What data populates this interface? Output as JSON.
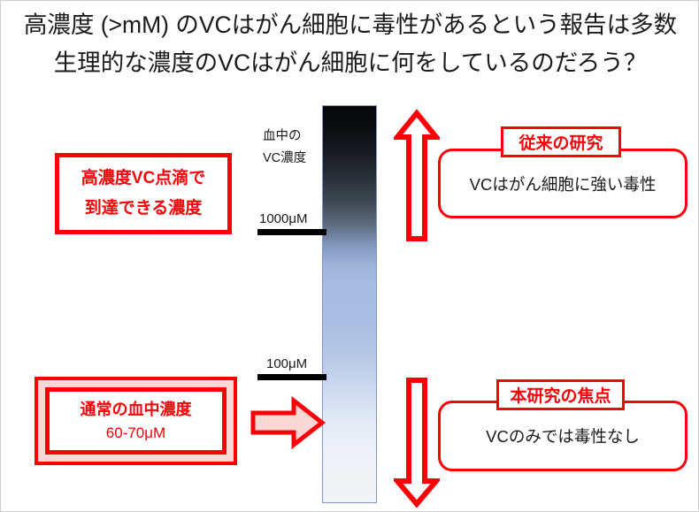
{
  "slide": {
    "title": {
      "line1": "高濃度 (>mM) のVCはがん細胞に毒性があるという報告は多数",
      "line2": "生理的な濃度のVCはがん細胞に何をしているのだろう？"
    },
    "axis": {
      "caption_line1": "血中の",
      "caption_line2": "VC濃度",
      "ticks": [
        {
          "label": "1000μM",
          "value": 1000,
          "unit": "μM"
        },
        {
          "label": "100μM",
          "value": 100,
          "unit": "μM"
        }
      ]
    },
    "left_boxes": {
      "high_dose": {
        "line1": "高濃度VC点滴で",
        "line2": "到達できる濃度"
      },
      "normal_level": {
        "title": "通常の血中濃度",
        "value": "60-70μM"
      }
    },
    "right_callouts": [
      {
        "tag": "従来の研究",
        "body": "VCはがん細胞に強い毒性"
      },
      {
        "tag": "本研究の焦点",
        "body": "VCのみでは毒性なし"
      }
    ],
    "icons": {
      "up_arrow": "arrow-up-outline-icon",
      "down_arrow": "arrow-down-outline-icon",
      "right_arrow": "arrow-right-block-icon"
    },
    "colors": {
      "accent_red": "#fb0007",
      "pink_fill": "#fbd7d5",
      "text_dark": "#1a1a1a",
      "bar_top": "#050607",
      "bar_mid": "#a8bce0",
      "bar_bottom": "#f2f4f6",
      "bar_border": "#8196c8"
    }
  },
  "chart_data": {
    "type": "bar",
    "title": "血中のVC濃度",
    "orientation": "vertical-gradient-scale",
    "ylabel": "血中のVC濃度",
    "tick_labels": [
      "1000μM",
      "100μM"
    ],
    "tick_values": [
      1000,
      100
    ],
    "annotations": [
      {
        "text": "高濃度VC点滴で到達できる濃度",
        "near_value": 1000
      },
      {
        "text": "通常の血中濃度 60-70μM",
        "near_value": 65
      },
      {
        "text": "VCはがん細胞に強い毒性",
        "region": "high"
      },
      {
        "text": "VCのみでは毒性なし",
        "region": "low"
      }
    ],
    "grid": false,
    "legend": "none"
  }
}
